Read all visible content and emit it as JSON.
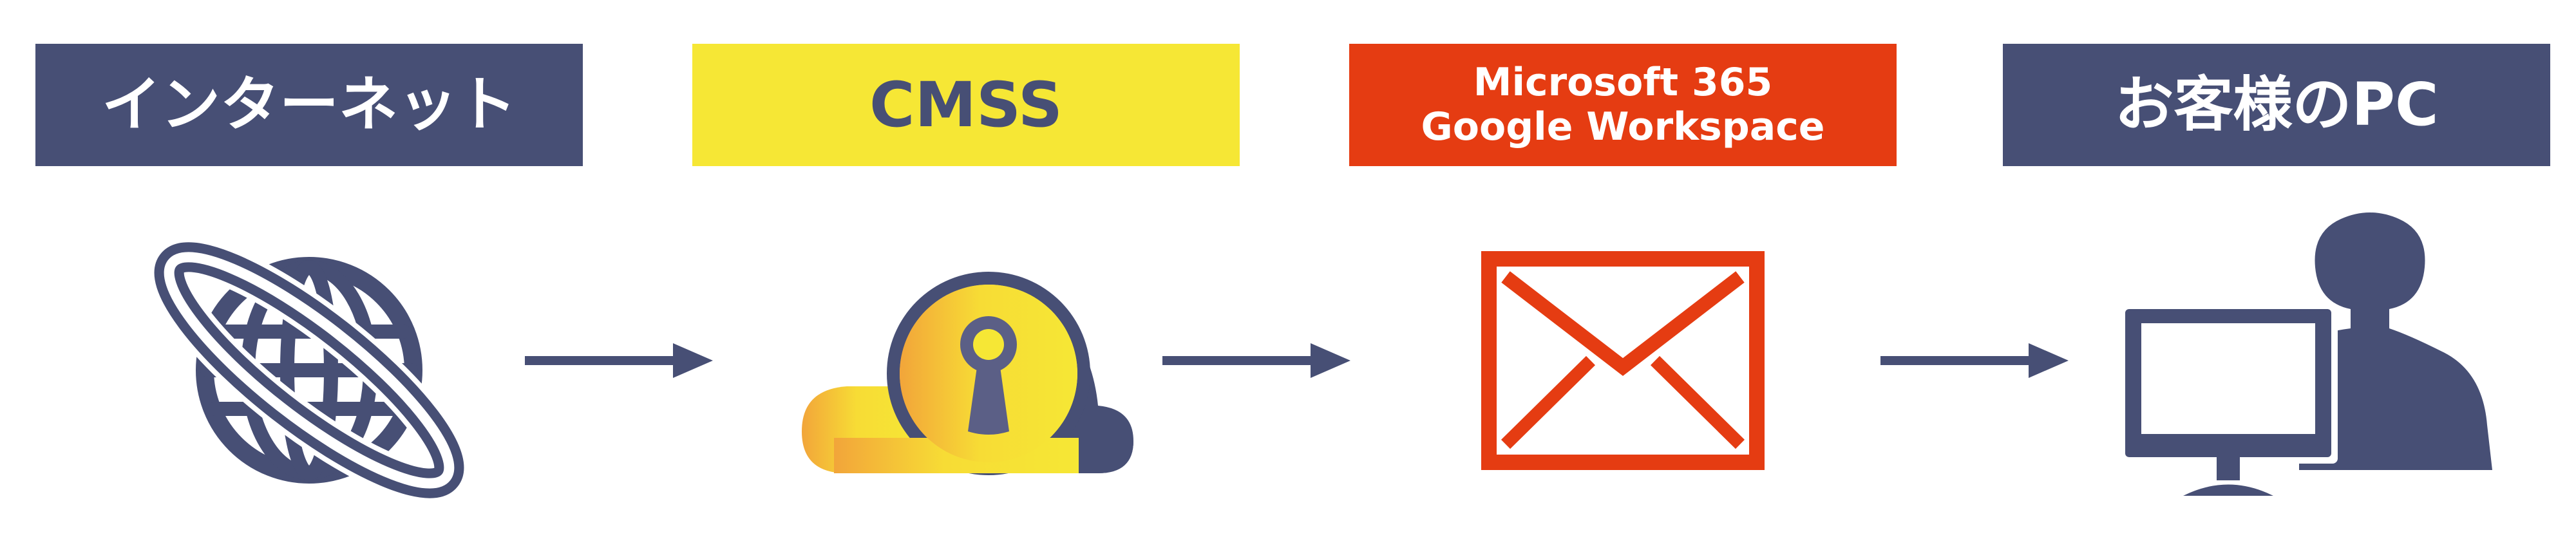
{
  "steps": [
    {
      "label_lines": [
        "インターネット"
      ],
      "color": "#474f75",
      "text_color": "#ffffff",
      "icon": "globe-orbit-icon"
    },
    {
      "label_lines": [
        "CMSS"
      ],
      "color": "#f6e735",
      "text_color": "#474f75",
      "icon": "cloud-keyhole-icon"
    },
    {
      "label_lines": [
        "Microsoft 365",
        "Google Workspace"
      ],
      "color": "#e53c12",
      "text_color": "#ffffff",
      "icon": "envelope-icon"
    },
    {
      "label_lines": [
        "お客様のPC"
      ],
      "color": "#474f75",
      "text_color": "#ffffff",
      "icon": "user-computer-icon"
    }
  ],
  "arrow_color": "#474f75"
}
